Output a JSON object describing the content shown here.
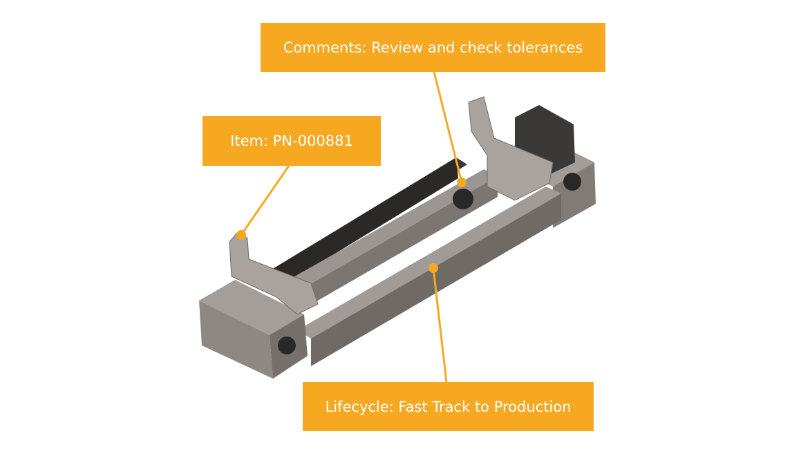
{
  "callouts": {
    "comments": "Comments: Review and check tolerances",
    "item": "Item: PN-000881",
    "lifecycle": "Lifecycle: Fast Track to Production"
  },
  "colors": {
    "accent": "#F6A821",
    "metal": "#8a8580",
    "dark": "#2e2c2b"
  }
}
